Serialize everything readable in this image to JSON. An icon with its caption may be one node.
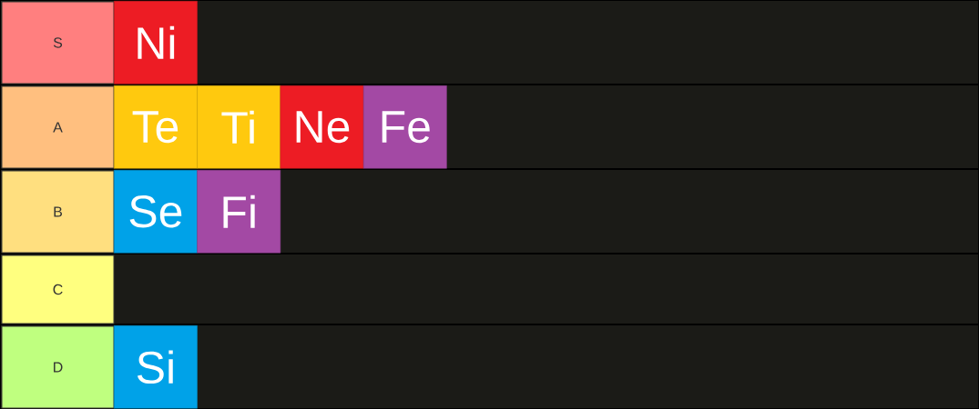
{
  "diagram": {
    "nodes": [
      {
        "text": [
          "S"
        ]
      },
      {
        "text": [
          "Ni"
        ],
        "in": 0
      },
      {
        "text": [
          "A"
        ]
      },
      {
        "text": [
          "Te"
        ],
        "in": 2
      },
      {
        "text": [
          "Ti"
        ],
        "in": 2
      },
      {
        "text": [
          "Ne"
        ],
        "in": 2
      },
      {
        "text": [
          "Fe"
        ],
        "in": 2
      },
      {
        "text": [
          "B"
        ]
      },
      {
        "text": [
          "Se"
        ],
        "in": 7
      },
      {
        "text": [
          "Fi"
        ],
        "in": 7
      },
      {
        "text": [
          "C"
        ]
      },
      {
        "text": [
          "D"
        ]
      },
      {
        "text": [
          "Si"
        ],
        "in": 11
      }
    ]
  }
}
